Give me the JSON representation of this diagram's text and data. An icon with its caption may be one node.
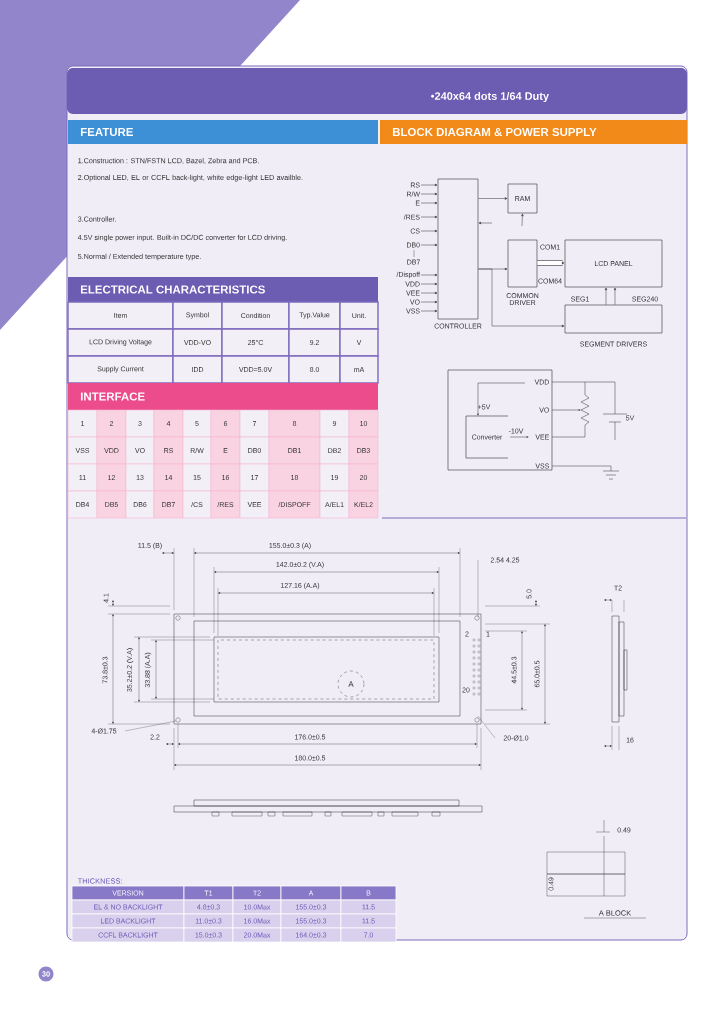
{
  "diagram": {
    "nodes": [
      {
        "text": [
          "CONTROLLER"
        ]
      },
      {
        "text": [
          "RAM"
        ]
      },
      {
        "text": [
          "COMMON DRIVER"
        ]
      },
      {
        "text": [
          "LCD PANEL"
        ]
      },
      {
        "text": [
          "SEGMENT DRIVERS"
        ]
      },
      {
        "text": [
          "RS"
        ]
      },
      {
        "text": [
          "R/W"
        ]
      },
      {
        "text": [
          "E"
        ]
      },
      {
        "text": [
          "/RES"
        ]
      },
      {
        "text": [
          "CS"
        ]
      },
      {
        "text": [
          "DB0"
        ]
      },
      {
        "text": [
          "/Dispoff"
        ]
      },
      {
        "text": [
          "VDD"
        ]
      },
      {
        "text": [
          "VEE"
        ]
      },
      {
        "text": [
          "VO"
        ]
      },
      {
        "text": [
          "VSS"
        ]
      },
      {
        "text": [],
        "shape": "box"
      },
      {
        "text": [
          "Converter"
        ],
        "in": 16
      }
    ],
    "edges": [
      {
        "from": 0,
        "to": 1,
        "arrow": "to"
      },
      {
        "from": null,
        "to": 1,
        "arrow": "to"
      },
      {
        "from": null,
        "to": 0,
        "arrow": "to"
      },
      {
        "from": 0,
        "to": 2,
        "arrow": "to"
      },
      {
        "from": 0,
        "to": 4,
        "arrow": "to"
      },
      {
        "from": 2,
        "to": 3,
        "arrow": "to",
        "style": "thick"
      },
      {
        "from": 4,
        "to": 3,
        "arrow": "to"
      },
      {
        "from": 5,
        "to": 0,
        "arrow": "to"
      },
      {
        "from": 6,
        "to": 0,
        "arrow": "to"
      },
      {
        "from": 7,
        "to": 0,
        "arrow": "to"
      },
      {
        "from": 8,
        "to": 0,
        "arrow": "to"
      },
      {
        "from": 9,
        "to": 0,
        "arrow": "to"
      },
      {
        "from": 10,
        "to": 0,
        "arrow": "to"
      },
      {
        "from": 11,
        "to": 0,
        "arrow": "to"
      },
      {
        "from": 12,
        "to": 0,
        "arrow": "to"
      },
      {
        "from": 13,
        "to": 0,
        "arrow": "to"
      },
      {
        "from": 14,
        "to": 0,
        "arrow": "to"
      },
      {
        "from": 15,
        "to": 0,
        "arrow": "to"
      }
    ],
    "labels": [
      "•240x64 dots 1/64 Duty",
      "FEATURE",
      "1.Construction : STN/FSTN LCD, Bazel, Zebra and PCB.",
      "2.Optional LED, EL or CCFL back-light, white edge-light LED availble.",
      "3.Controller.",
      "4.5V single power input. Built-in DC/DC converter for LCD driving.",
      "5.Normal / Extended temperature type.",
      "ELECTRICAL CHARACTERISTICS",
      "Item",
      "Symbol",
      "Condition",
      "Typ.Value",
      "Unit.",
      "LCD Driving Voltage",
      "VDD-VO",
      "25°C",
      "9.2",
      "V",
      "Supply Current",
      "IDD",
      "VDD=5.0V",
      "8.0",
      "mA",
      "INTERFACE",
      "1",
      "2",
      "3",
      "4",
      "5",
      "6",
      "7",
      "8",
      "9",
      "10",
      "VSS",
      "VDD",
      "VO",
      "RS",
      "R/W",
      "E",
      "DB0",
      "DB1",
      "DB2",
      "DB3",
      "11",
      "12",
      "13",
      "14",
      "15",
      "16",
      "17",
      "18",
      "19",
      "20",
      "DB4",
      "DB5",
      "DB6",
      "DB7",
      "/CS",
      "/RES",
      "VEE",
      "/DISPOFF",
      "A/EL1",
      "K/EL2",
      "BLOCK DIAGRAM & POWER SUPPLY",
      "DB7",
      "COM1",
      "COM64",
      "SEG1",
      "SEG240",
      "VDD",
      "VO",
      "VEE",
      "VSS",
      "+5V",
      "-10V",
      "5V",
      "11.5 (B)",
      "155.0±0.3 (A)",
      "142.0±0.2 (V.A)",
      "127.16 (A.A)",
      "2.54 4.25",
      "4.1",
      "73.8±0.3",
      "35.2±0.2 (V.A)",
      "33.88 (A.A)",
      "2",
      "1",
      "20",
      "5.0",
      "44.5±0.3",
      "65.0±0.5",
      "A",
      "4-Ø1.75",
      "2.2",
      "176.0±0.5",
      "180.0±0.5",
      "20-Ø1.0",
      "T2",
      "16",
      "0.49",
      "0.49",
      "A BLOCK",
      "THICKNESS:",
      "VERSION",
      "T1",
      "T2",
      "A",
      "B",
      "EL & NO BACKLIGHT",
      "4.8±0.3",
      "10.0Max",
      "155.0±0.3",
      "11.5",
      "LED BACKLIGHT",
      "11.0±0.3",
      "16.0Max",
      "155.0±0.3",
      "11.5",
      "CCFL BACKLIGHT",
      "15.0±0.3",
      "20.0Max",
      "164.0±0.3",
      "7.0",
      "30"
    ]
  }
}
